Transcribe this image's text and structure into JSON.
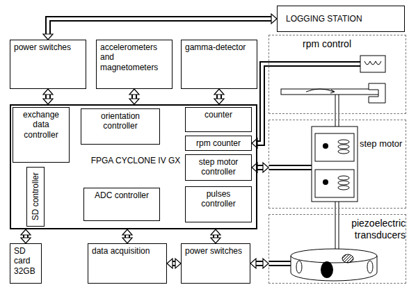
{
  "diagram": {
    "nodes": [
      {
        "text": [
          "LOGGING STATION"
        ]
      },
      {
        "text": [
          "power switches"
        ]
      },
      {
        "text": [
          "accelerometers and magnetometers"
        ]
      },
      {
        "text": [
          "gamma-detector"
        ]
      },
      {
        "text": [
          "FPGA CYCLONE IV GX"
        ]
      },
      {
        "text": [
          "exchange data controller"
        ],
        "in": 4
      },
      {
        "text": [
          "orientation controller"
        ],
        "in": 4
      },
      {
        "text": [
          "counter"
        ],
        "in": 4
      },
      {
        "text": [
          "rpm counter"
        ],
        "in": 4
      },
      {
        "text": [
          "step motor controller"
        ],
        "in": 4
      },
      {
        "text": [
          "SD controller"
        ],
        "in": 4
      },
      {
        "text": [
          "ADC controller"
        ],
        "in": 4
      },
      {
        "text": [
          "pulses controller"
        ],
        "in": 4
      },
      {
        "text": [
          "SD card 32GB"
        ]
      },
      {
        "text": [
          "data acquisition"
        ]
      },
      {
        "text": [
          "power switches"
        ]
      },
      {
        "text": [
          "rpm control"
        ]
      },
      {
        "text": [
          "step motor"
        ]
      },
      {
        "text": [
          "piezoelectric transducers"
        ]
      }
    ],
    "edges": [
      {
        "from": 1,
        "to": 0,
        "arrow": "both"
      },
      {
        "from": 1,
        "to": 4,
        "arrow": "both"
      },
      {
        "from": 2,
        "to": 4,
        "arrow": "both"
      },
      {
        "from": 3,
        "to": 4,
        "arrow": "both"
      },
      {
        "from": 16,
        "to": 8,
        "arrow": "to"
      },
      {
        "from": 9,
        "to": 17,
        "arrow": "both"
      },
      {
        "from": 4,
        "to": 13,
        "arrow": "both"
      },
      {
        "from": 4,
        "to": 14,
        "arrow": "both"
      },
      {
        "from": 4,
        "to": 15,
        "arrow": "both"
      },
      {
        "from": 14,
        "to": 15,
        "arrow": "both"
      },
      {
        "from": 15,
        "to": 18,
        "arrow": "both"
      }
    ]
  }
}
